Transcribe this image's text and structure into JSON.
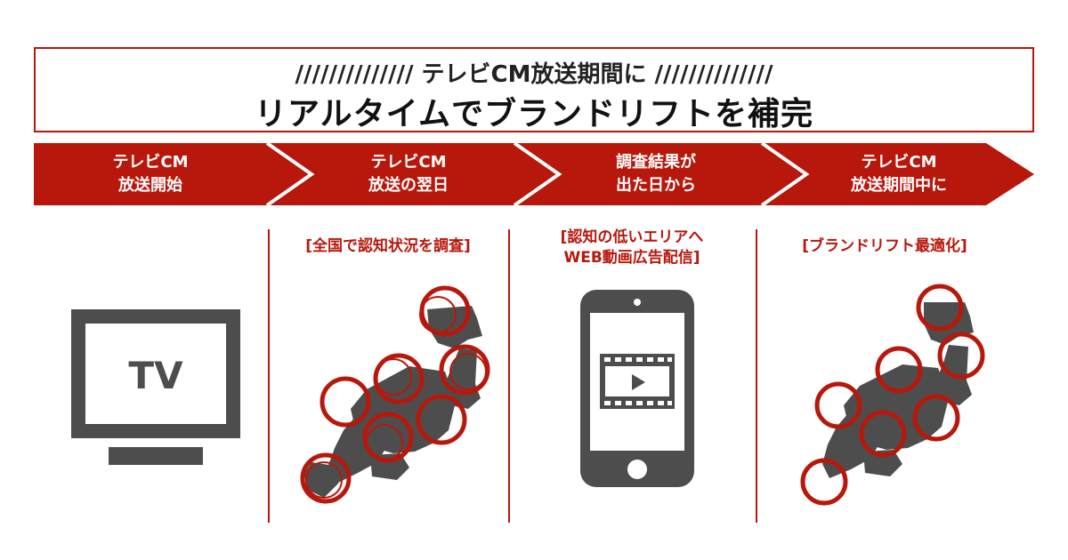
{
  "header": {
    "top_line": "////////////// テレビCM放送期間に //////////////",
    "title": "リアルタイムでブランドリフトを補完"
  },
  "steps": [
    {
      "line1": "テレビCM",
      "line2": "放送開始"
    },
    {
      "line1": "テレビCM",
      "line2": "放送の翌日"
    },
    {
      "line1": "調査結果が",
      "line2": "出た日から"
    },
    {
      "line1": "テレビCM",
      "line2": "放送期間中に"
    }
  ],
  "panels": {
    "tv": {
      "screen_text": "TV"
    },
    "survey": {
      "caption": "[全国で認知状況を調査]"
    },
    "web": {
      "caption_line1": "[認知の低いエリアへ",
      "caption_line2": "WEB動画広告配信]"
    },
    "optimize": {
      "caption": "[ブランドリフト最適化]"
    }
  },
  "colors": {
    "accent": "#b8170c",
    "icon_gray": "#4d4d4d",
    "background": "#ffffff"
  }
}
